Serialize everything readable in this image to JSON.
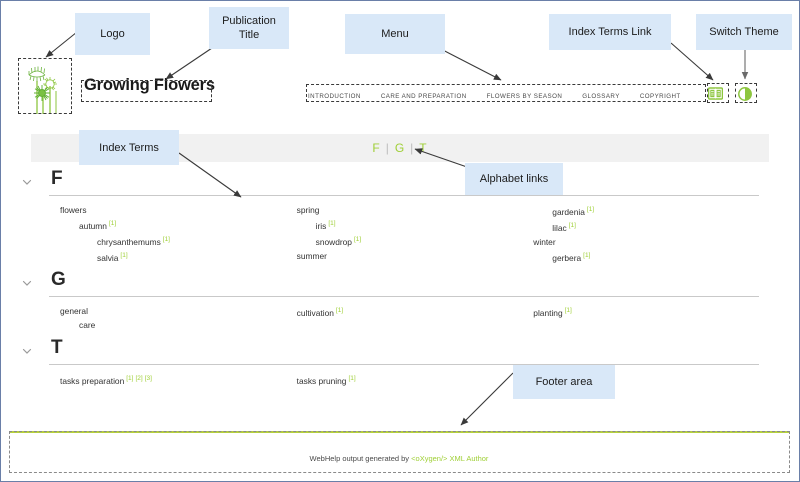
{
  "page": {
    "border_color": "#6a7fa8",
    "accent_green": "#9fcf36",
    "callout_bg": "#d9e8f8"
  },
  "header": {
    "logo_icon": "flowers-logo-icon",
    "publication_title": "Growing Flowers",
    "menu": [
      {
        "label": "INTRODUCTION"
      },
      {
        "label": "CARE AND PREPARATION"
      },
      {
        "label": "FLOWERS BY SEASON"
      },
      {
        "label": "GLOSSARY"
      },
      {
        "label": "COPYRIGHT"
      }
    ],
    "index_terms_link": {
      "icon": "open-book-icon",
      "title": "Index Terms"
    },
    "theme_switch": {
      "icon": "half-circle-contrast-icon",
      "title": "Switch Theme"
    }
  },
  "alphabet": {
    "letters": [
      "F",
      "G",
      "T"
    ],
    "separator": "|"
  },
  "index": {
    "sections": [
      {
        "letter": "F",
        "chevron": "chevron-down-icon",
        "columns": [
          [
            {
              "term": "flowers",
              "level": 0,
              "refs": []
            },
            {
              "term": "autumn",
              "level": 1,
              "refs": [
                "[1]"
              ]
            },
            {
              "term": "chrysanthemums",
              "level": 2,
              "refs": [
                "[1]"
              ]
            },
            {
              "term": "salvia",
              "level": 2,
              "refs": [
                "[1]"
              ]
            }
          ],
          [
            {
              "term": "spring",
              "level": 0,
              "refs": []
            },
            {
              "term": "iris",
              "level": 1,
              "refs": [
                "[1]"
              ]
            },
            {
              "term": "snowdrop",
              "level": 1,
              "refs": [
                "[1]"
              ]
            },
            {
              "term": "summer",
              "level": 0,
              "refs": []
            }
          ],
          [
            {
              "term": "gardenia",
              "level": 1,
              "refs": [
                "[1]"
              ]
            },
            {
              "term": "lilac",
              "level": 1,
              "refs": [
                "[1]"
              ]
            },
            {
              "term": "winter",
              "level": 0,
              "refs": []
            },
            {
              "term": "gerbera",
              "level": 1,
              "refs": [
                "[1]"
              ]
            }
          ]
        ]
      },
      {
        "letter": "G",
        "chevron": "chevron-down-icon",
        "columns": [
          [
            {
              "term": "general",
              "level": 0,
              "refs": []
            },
            {
              "term": "care",
              "level": 1,
              "refs": []
            }
          ],
          [
            {
              "term": "cultivation",
              "level": 0,
              "refs": [
                "[1]"
              ]
            }
          ],
          [
            {
              "term": "planting",
              "level": 0,
              "refs": [
                "[1]"
              ]
            }
          ]
        ]
      },
      {
        "letter": "T",
        "chevron": "chevron-down-icon",
        "columns": [
          [
            {
              "term": "tasks preparation",
              "level": 0,
              "refs": [
                "[1]",
                "[2]",
                "[3]"
              ]
            }
          ],
          [
            {
              "term": "tasks pruning",
              "level": 0,
              "refs": [
                "[1]"
              ]
            }
          ],
          []
        ]
      }
    ]
  },
  "footer": {
    "text_before": "WebHelp output generated by ",
    "brand": "<oXygen/> XML Author"
  },
  "annotations": [
    {
      "id": "logo",
      "label": "Logo"
    },
    {
      "id": "publication-title",
      "label": "Publication Title"
    },
    {
      "id": "menu",
      "label": "Menu"
    },
    {
      "id": "index-terms-link",
      "label": "Index Terms Link"
    },
    {
      "id": "switch-theme",
      "label": "Switch Theme"
    },
    {
      "id": "index-terms",
      "label": "Index Terms"
    },
    {
      "id": "alphabet-links",
      "label": "Alphabet links"
    },
    {
      "id": "footer-area",
      "label": "Footer area"
    }
  ]
}
